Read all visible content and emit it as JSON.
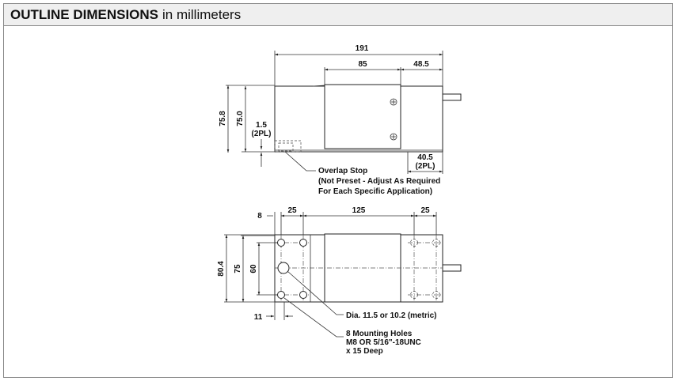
{
  "header": {
    "title_bold": "OUTLINE DIMENSIONS",
    "title_rest": "in millimeters"
  },
  "top_view": {
    "overall_length": "191",
    "center_block": "85",
    "right_section": "48.5",
    "height_outer": "75.8",
    "height_inner": "75.0",
    "gap": "1.5",
    "gap_note": "(2PL)",
    "right_offset": "40.5",
    "right_offset_note": "(2PL)",
    "overlap_stop": [
      "Overlap Stop",
      "(Not Preset - Adjust As Required",
      "For Each Specific Application)"
    ]
  },
  "bottom_view": {
    "edge_offset": "8",
    "left_hole_spacing": "25",
    "center_spacing": "125",
    "right_hole_spacing": "25",
    "width_outer": "80.4",
    "width_inner": "75",
    "hole_spacing_vertical": "60",
    "hole_edge_offset": "11",
    "center_hole_note": "Dia. 11.5 or 10.2 (metric)",
    "mounting_note": [
      "8 Mounting Holes",
      "M8 OR 5/16\"-18UNC",
      "x 15 Deep"
    ]
  }
}
